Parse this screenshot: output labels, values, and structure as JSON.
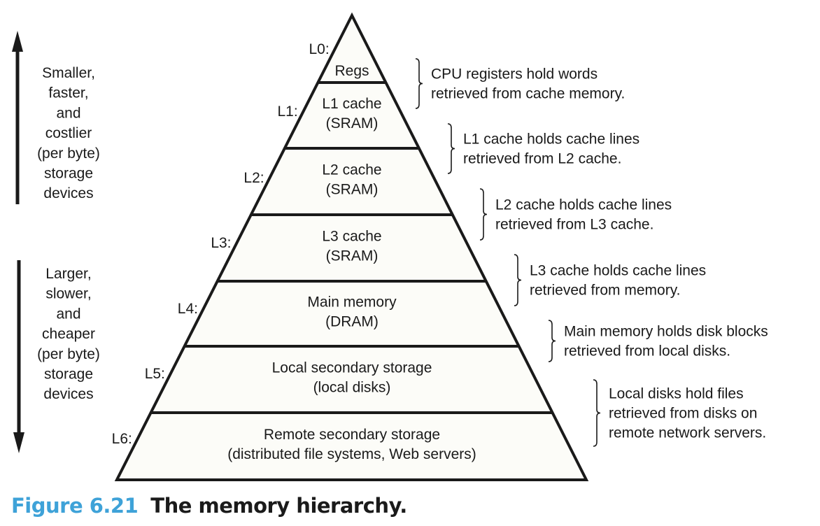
{
  "figure": {
    "number": "Figure 6.21",
    "title": "The memory hierarchy.",
    "accent_color": "#3ea2d8"
  },
  "side_labels": {
    "top": [
      "Smaller,",
      "faster,",
      "and",
      "costlier",
      "(per byte)",
      "storage",
      "devices"
    ],
    "bottom": [
      "Larger,",
      "slower,",
      "and",
      "cheaper",
      "(per byte)",
      "storage",
      "devices"
    ]
  },
  "levels": [
    {
      "id": "L0:",
      "name": [
        "Regs"
      ],
      "note": [
        "CPU registers hold words",
        "retrieved from cache memory."
      ]
    },
    {
      "id": "L1:",
      "name": [
        "L1 cache",
        "(SRAM)"
      ],
      "note": [
        "L1 cache holds cache lines",
        "retrieved from L2 cache."
      ]
    },
    {
      "id": "L2:",
      "name": [
        "L2 cache",
        "(SRAM)"
      ],
      "note": [
        "L2 cache holds cache lines",
        "retrieved from L3 cache."
      ]
    },
    {
      "id": "L3:",
      "name": [
        "L3 cache",
        "(SRAM)"
      ],
      "note": [
        "L3 cache holds cache lines",
        "retrieved from memory."
      ]
    },
    {
      "id": "L4:",
      "name": [
        "Main memory",
        "(DRAM)"
      ],
      "note": [
        "Main memory holds disk blocks",
        "retrieved from local disks."
      ]
    },
    {
      "id": "L5:",
      "name": [
        "Local secondary storage",
        "(local disks)"
      ],
      "note": [
        "Local disks hold files",
        "retrieved from disks on",
        "remote network servers."
      ]
    },
    {
      "id": "L6:",
      "name": [
        "Remote secondary storage",
        "(distributed file systems, Web servers)"
      ],
      "note": []
    }
  ]
}
